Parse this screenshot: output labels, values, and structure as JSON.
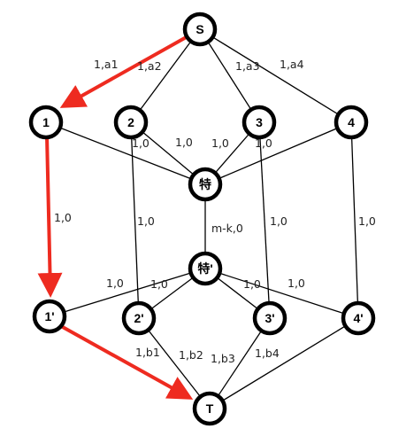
{
  "nodes": {
    "S": "S",
    "n1": "1",
    "n2": "2",
    "n3": "3",
    "n4": "4",
    "special": "特",
    "special_prime": "特'",
    "p1": "1'",
    "p2": "2'",
    "p3": "3'",
    "p4": "4'",
    "T": "T"
  },
  "edge_labels": {
    "s_1": "1,a1",
    "s_2": "1,a2",
    "s_3": "1,a3",
    "s_4": "1,a4",
    "n1_sp": "1,0",
    "n2_sp": "1,0",
    "n3_sp": "1,0",
    "n4_sp": "1,0",
    "n1_p1": "1,0",
    "n2_p2": "1,0",
    "n3_p3": "1,0",
    "n4_p4": "1,0",
    "sp_spp": "m-k,0",
    "spp_p1": "1,0",
    "spp_p2": "1,0",
    "spp_p3": "1,0",
    "spp_p4": "1,0",
    "p1_t": "1,b1",
    "p2_t": "1,b2",
    "p3_t": "1,b3",
    "p4_t": "1,b4"
  },
  "highlighted_path": [
    "S",
    "1",
    "1'",
    "T"
  ],
  "colors": {
    "path": "#ee2b20",
    "edge": "#000000",
    "node_fill": "#ffffff"
  }
}
